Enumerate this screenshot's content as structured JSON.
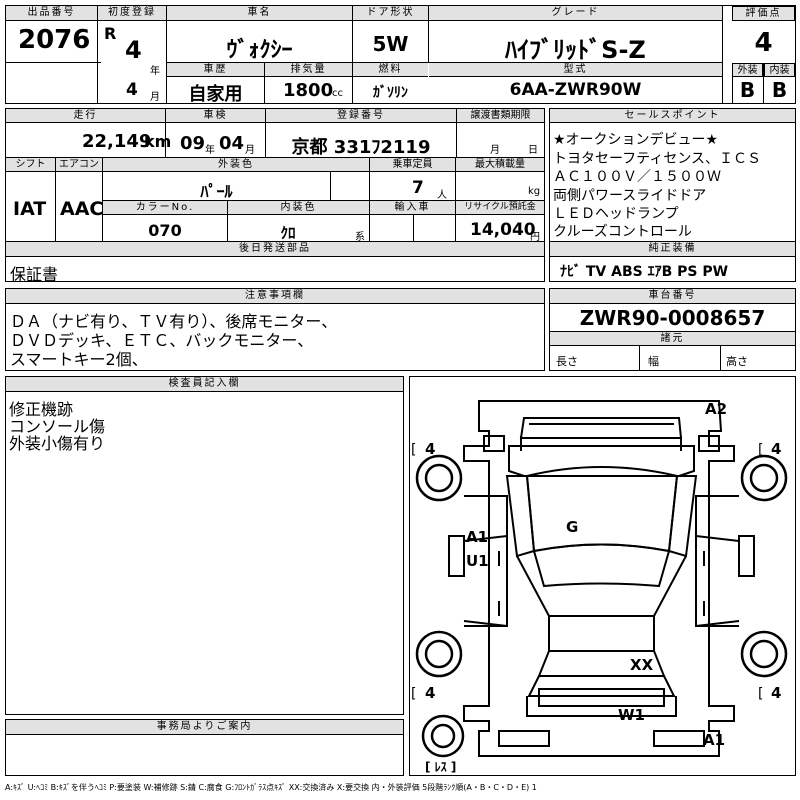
{
  "hdr": {
    "lot_no": "出品番号",
    "first_reg": "初度登録",
    "car_name": "車名",
    "doors_type": "ドア形状",
    "grade": "グレード",
    "score": "評価点",
    "history": "車歴",
    "displacement": "排気量",
    "fuel": "燃料",
    "model_code": "型式",
    "ext": "外装",
    "int": "内装",
    "mileage": "走行",
    "inspection": "車検",
    "reg_no": "登録番号",
    "docs_deadline": "譲渡書類期限",
    "sales_point": "セールスポイント",
    "shift": "シフト",
    "aircon": "エアコン",
    "ext_color": "外装色",
    "capacity": "乗車定員",
    "max_load": "最大積載量",
    "color_no": "カラーNo.",
    "int_color": "内装色",
    "import": "輸入車",
    "recycle": "リサイクル預託金",
    "later_items": "後日発送部品",
    "std_equip": "純正装備",
    "notes": "注意事項欄",
    "chassis_no": "車台番号",
    "specs": "諸元",
    "inspector": "検査員記入欄",
    "office": "事務局よりご案内"
  },
  "units": {
    "year": "年",
    "month": "月",
    "cc": "cc",
    "km": "km",
    "person": "人",
    "kg": "kg",
    "yen": "円",
    "kei": "系",
    "len": "長さ",
    "wid": "幅",
    "hei": "高さ"
  },
  "lot_no": "2076",
  "era": "R",
  "year": "4",
  "month": "4",
  "car_name": "ｳﾞｫｸｼｰ",
  "doors": "5W",
  "grade": "ﾊｲﾌﾞﾘｯﾄﾞS-Z",
  "score": "4",
  "history": "自家用",
  "displacement": "1800",
  "fuel": "ｶﾞｿﾘﾝ",
  "model_code": "6AA-ZWR90W",
  "ext_grade": "B",
  "int_grade": "B",
  "mileage": "22,149",
  "insp_year": "09",
  "insp_month": "04",
  "reg_no": "京都 331ﾌ2119",
  "sales_points": [
    "★オークションデビュー★",
    "トヨタセーフティセンス、ＩＣＳ",
    "ＡＣ１００Ｖ／１５００Ｗ",
    "両側パワースライドドア",
    "ＬＥＤヘッドランプ",
    "クルーズコントロール"
  ],
  "shift": "IAT",
  "aircon": "AAC",
  "ext_color": "ﾊﾟｰﾙ",
  "capacity": "7",
  "color_no": "070",
  "int_color": "ｸﾛ",
  "recycle": "14,040",
  "later_items": "保証書",
  "std_equip": "ﾅﾋﾞ TV ABS ｴｱB PS PW",
  "notes": [
    "ＤＡ（ナビ有り、ＴＶ有り）、後席モニター、",
    "ＤＶＤデッキ、ＥＴＣ、バックモニター、",
    "スマートキー2個、"
  ],
  "chassis_no": "ZWR90-0008657",
  "inspector_notes": [
    "修正機跡",
    "コンソール傷",
    "外装小傷有り"
  ],
  "tires": {
    "fl": "4",
    "fr": "4",
    "rl": "4",
    "rr": "4"
  },
  "marks": {
    "rear_right": "A2",
    "roof": "G",
    "side_a": "A1",
    "side_u": "U1",
    "hood": "XX",
    "windshield": "W1",
    "front_right": "A1"
  },
  "spare": "ﾚｽ",
  "legend": "A:ｷｽﾞ U:ﾍｺﾐ B:ｷｽﾞを伴うﾍｺﾐ P:要塗装 W:補修跡 S:錆 C:腐食 G:ﾌﾛﾝﾄｶﾞﾗｽ点ｷｽﾞ XX:交換済み X:要交換  内・外装評価  5段階ﾗﾝｸ順(A・B・C・D・E) 1"
}
